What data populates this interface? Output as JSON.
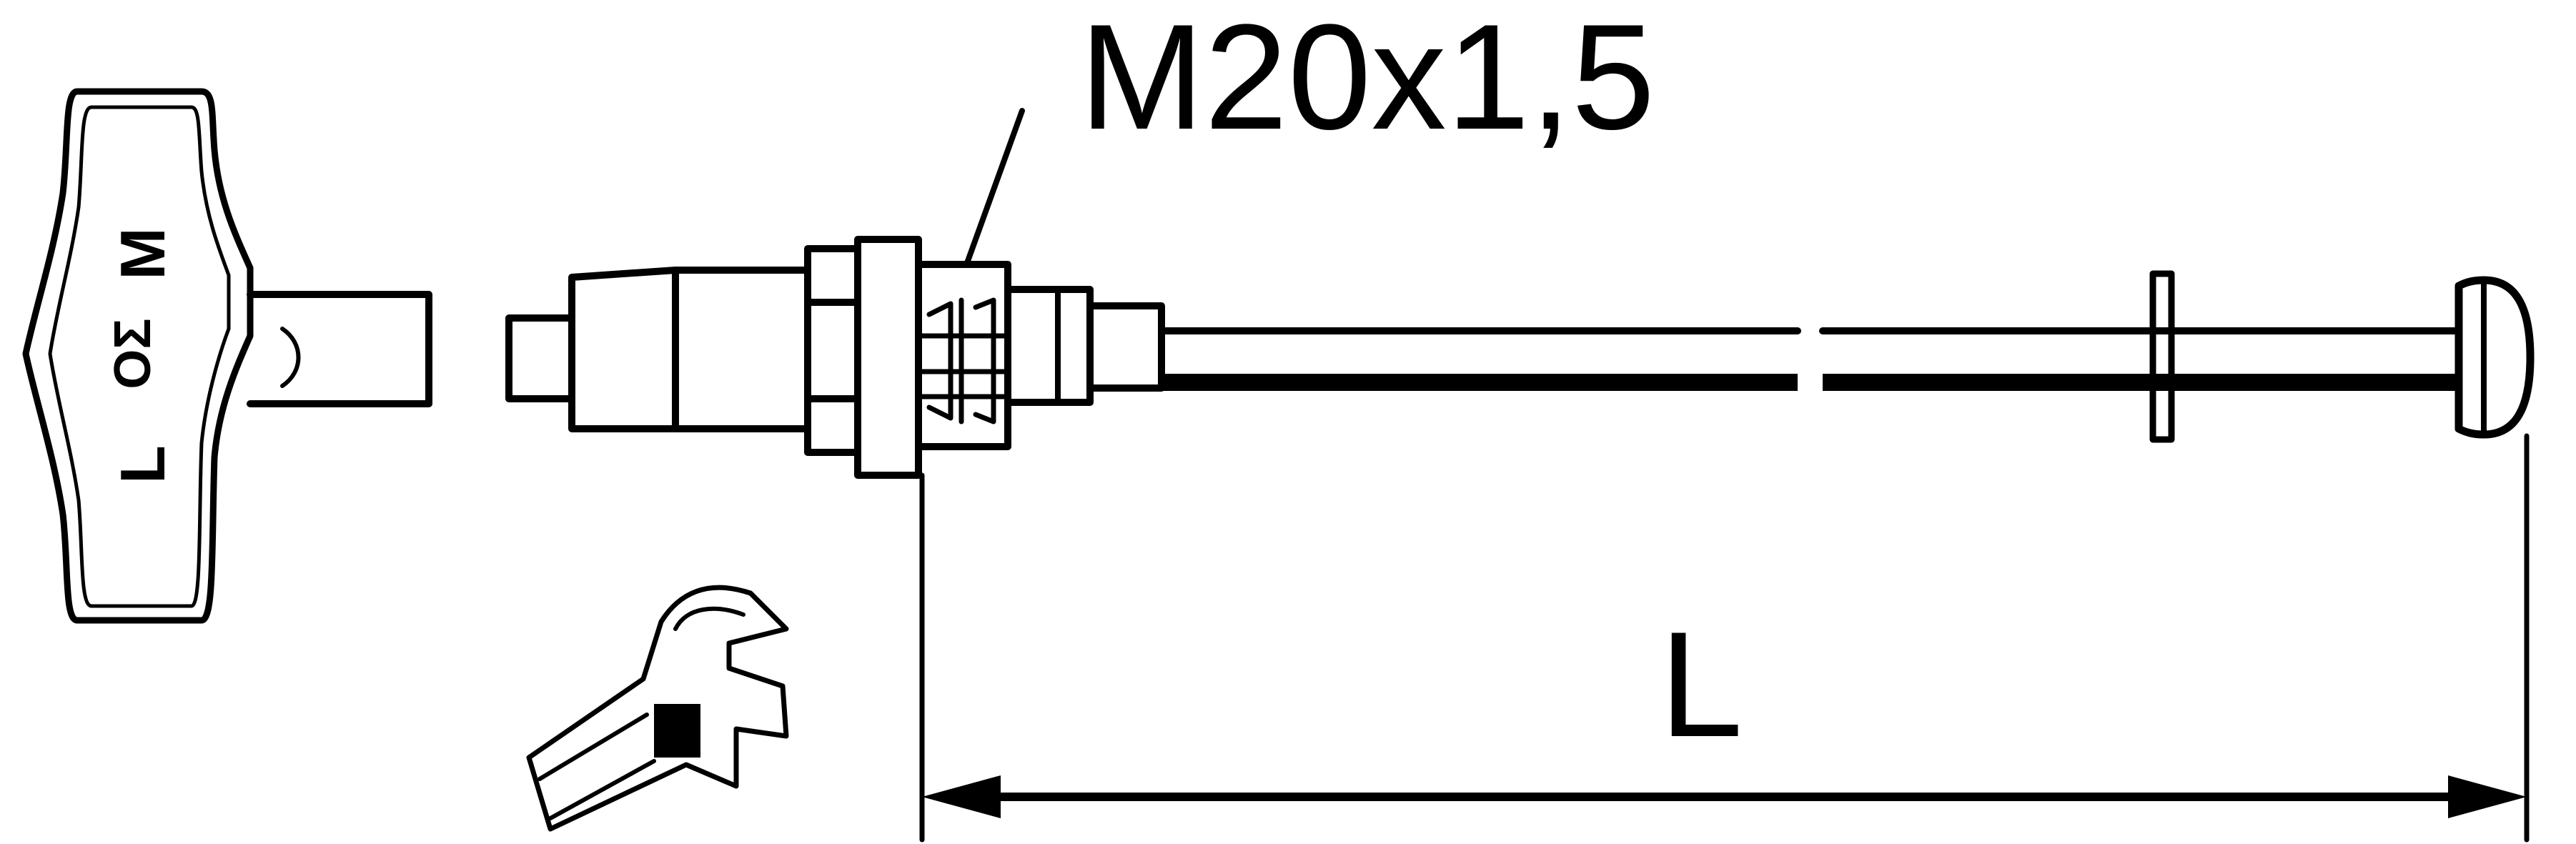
{
  "thread_label": "M20x1,5",
  "length_label": "L",
  "key_markings": [
    "M",
    "ΟΣ",
    "L"
  ],
  "colors": {
    "line": "#000000",
    "background": "#ffffff"
  }
}
